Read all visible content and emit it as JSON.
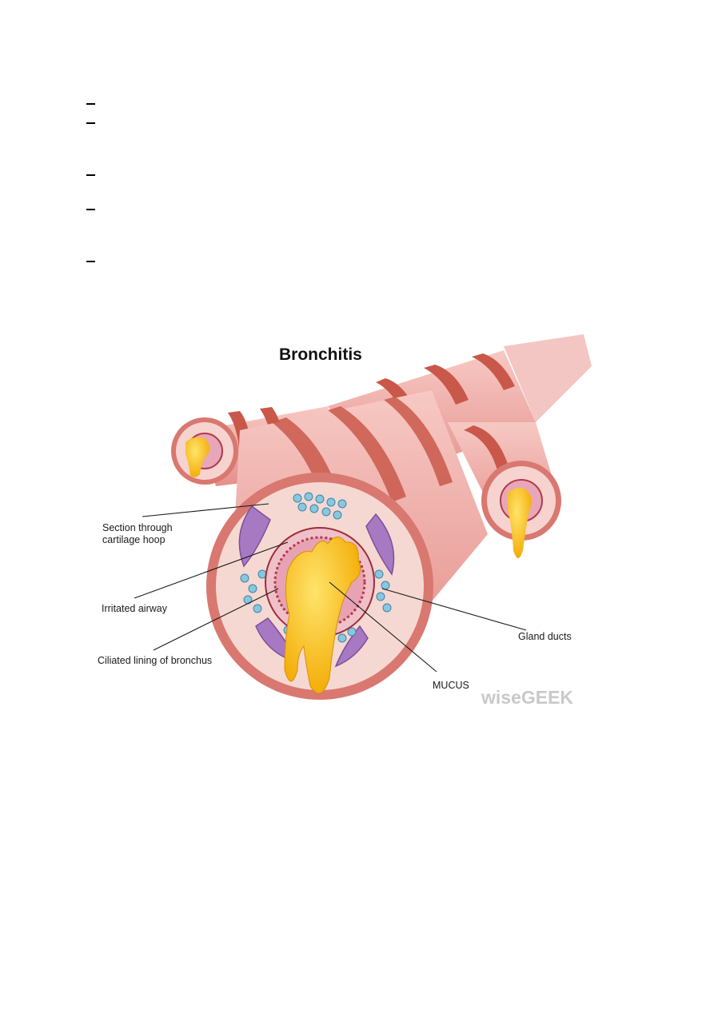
{
  "figure": {
    "title": "Bronchitis",
    "labels": {
      "section": [
        "Section through",
        "cartilage hoop"
      ],
      "irritated": "Irritated airway",
      "ciliated": "Ciliated lining of bronchus",
      "gland": "Gland ducts",
      "mucus": "MUCUS"
    },
    "watermark": "wiseGEEK"
  },
  "colors": {
    "tissue": "#f2b3b0",
    "cartilage": "#c9584a",
    "mucus": "#f5b800",
    "gland": "#8ac6dd",
    "hoop": "#a779c2"
  }
}
